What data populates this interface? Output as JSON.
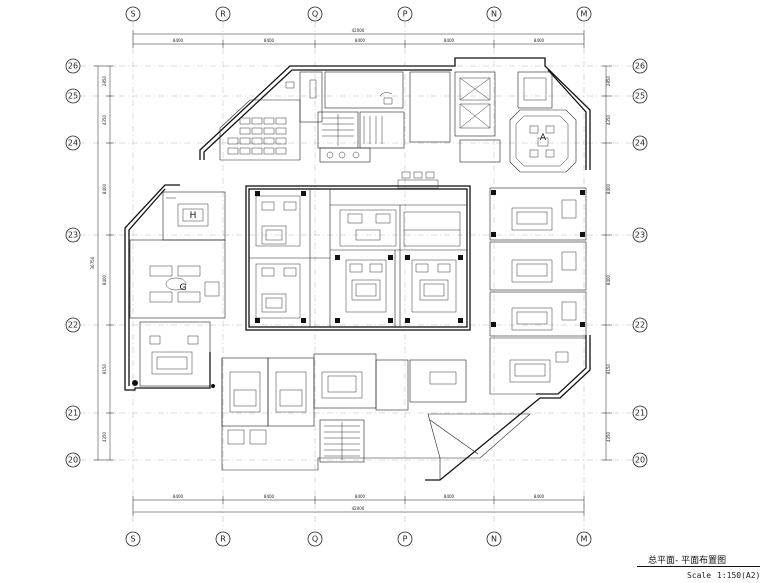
{
  "drawing": {
    "title": "总平面- 平面布置图",
    "scale_label": "Scale",
    "scale_value": "1:150(A2)"
  },
  "grid": {
    "columns": [
      "S",
      "R",
      "Q",
      "P",
      "N",
      "M"
    ],
    "rows": [
      "26",
      "25",
      "24",
      "23",
      "22",
      "21",
      "20"
    ]
  },
  "dimensions": {
    "overall_top": "42000",
    "overall_bottom": "42000",
    "bay_top": [
      "8400",
      "8400",
      "8400",
      "8400",
      "8400"
    ],
    "bay_bottom": [
      "8400",
      "8400",
      "8400",
      "8400",
      "8400"
    ],
    "left_side": [
      "2850",
      "4350",
      "8400",
      "8400",
      "8150",
      "4350"
    ],
    "right_side": [
      "2850",
      "4350",
      "8400",
      "8400",
      "8150",
      "4350"
    ],
    "left_total": "36750"
  },
  "rooms": {
    "suite_h": "H",
    "suite_g": "G",
    "suite_a": "A"
  }
}
